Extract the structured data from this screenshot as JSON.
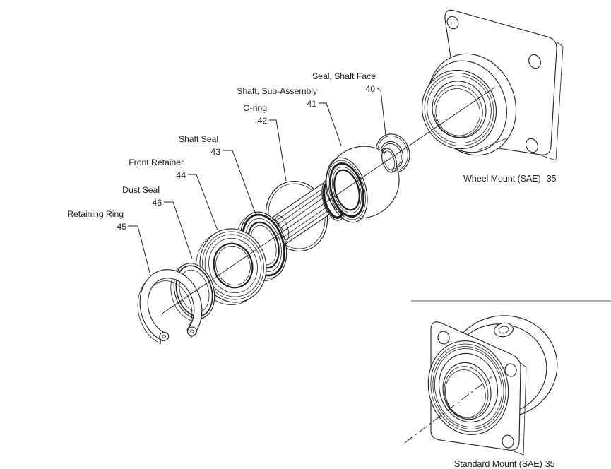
{
  "figure": {
    "background_color": "#ffffff",
    "line_color": "#1f1f1f",
    "callouts": {
      "seal_shaft_face": {
        "label": "Seal, Shaft Face",
        "number": "40"
      },
      "shaft_sub_assembly": {
        "label": "Shaft, Sub-Assembly",
        "number": "41"
      },
      "o_ring": {
        "label": "O-ring",
        "number": "42"
      },
      "shaft_seal": {
        "label": "Shaft Seal",
        "number": "43"
      },
      "front_retainer": {
        "label": "Front Retainer",
        "number": "44"
      },
      "retaining_ring": {
        "label": "Retaining Ring",
        "number": "45"
      },
      "dust_seal": {
        "label": "Dust Seal",
        "number": "46"
      }
    },
    "mounts": {
      "wheel": {
        "label": "Wheel Mount (SAE)",
        "number": "35"
      },
      "standard": {
        "label": "Standard Mount (SAE)",
        "number": "35"
      }
    }
  }
}
